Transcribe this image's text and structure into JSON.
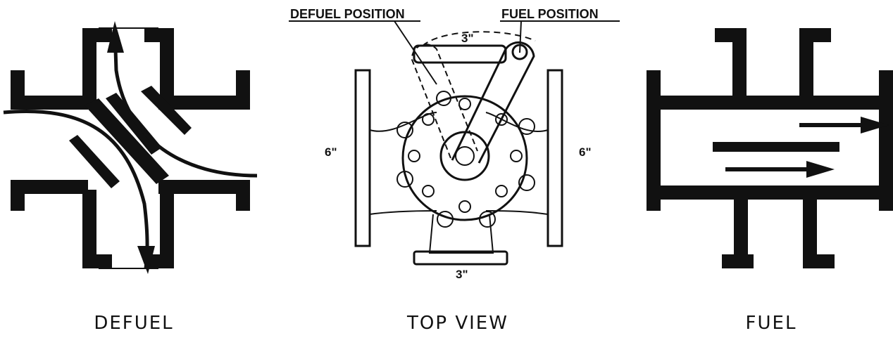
{
  "views": {
    "defuel": {
      "caption": "DEFUEL"
    },
    "top": {
      "caption": "TOP VIEW",
      "defuel_position_label": "DEFUEL POSITION",
      "fuel_position_label": "FUEL POSITION",
      "dim_top": "3\"",
      "dim_bottom": "3\"",
      "dim_left": "6\"",
      "dim_right": "6\""
    },
    "fuel": {
      "caption": "FUEL"
    }
  }
}
